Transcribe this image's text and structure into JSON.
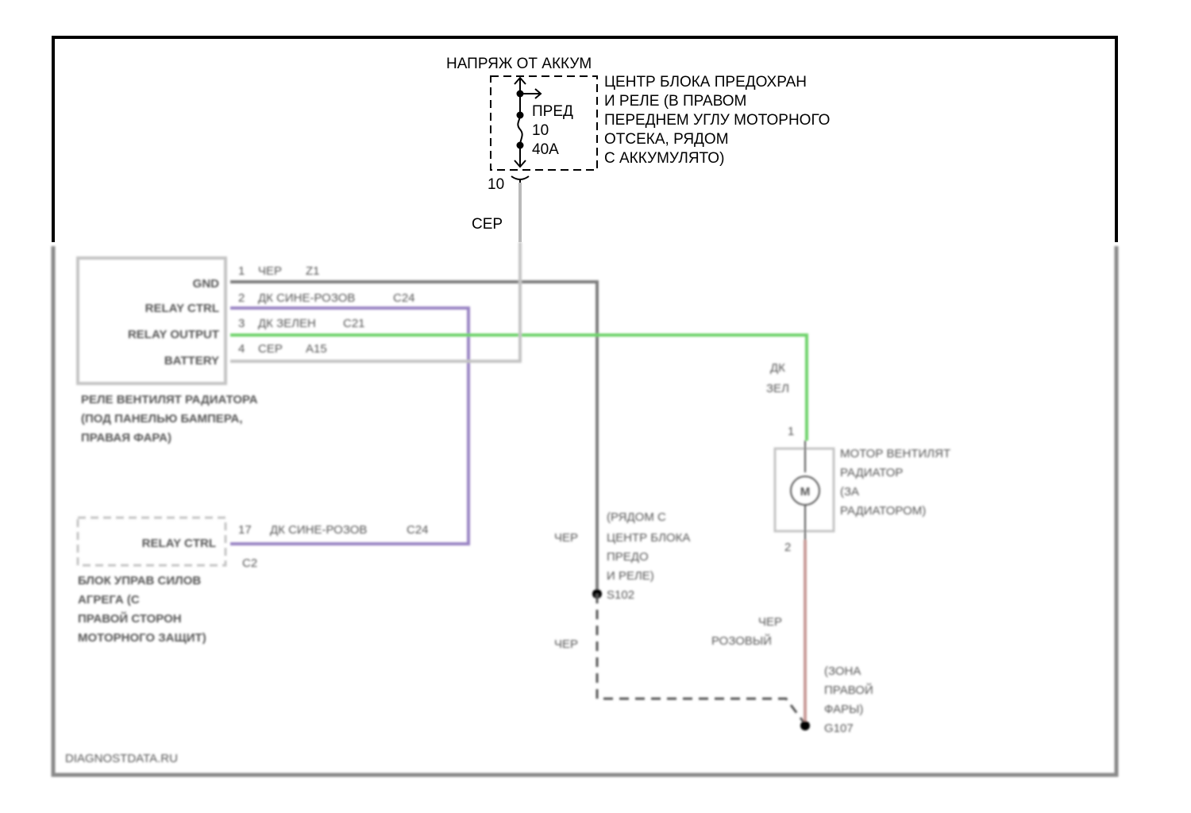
{
  "battery_label": "НАПРЯЖ ОТ АККУМ",
  "fuse_box_label_lines": [
    "ЦЕНТР БЛОКА ПРЕДОХРАН",
    "И РЕЛЕ (В ПРАВОМ",
    "ПЕРЕДНЕМ УГЛУ МОТОРНОГО",
    "ОТСЕКА, РЯДОМ",
    "С АККУМУЛЯТО)"
  ],
  "fuse": {
    "name": "ПРЕД",
    "number": "10",
    "rating": "40A"
  },
  "fuse_pin": "10",
  "feed_wire_color": "СЕР",
  "relay": {
    "pins": [
      "GND",
      "RELAY CTRL",
      "RELAY OUTPUT",
      "BATTERY"
    ],
    "pin_numbers": [
      "1",
      "2",
      "3",
      "4"
    ],
    "wires": [
      "ЧЕР",
      "ДК СИНЕ-РОЗОВ",
      "ДК ЗЕЛЕН",
      "СЕР"
    ],
    "circuits": [
      "Z1",
      "С24",
      "С21",
      "А15"
    ],
    "label_lines": [
      "РЕЛЕ ВЕНТИЛЯТ РАДИАТОРА",
      "(ПОД ПАНЕЛЬЮ БАМПЕРА,",
      "ПРАВАЯ ФАРА)"
    ]
  },
  "pcm": {
    "pin": "RELAY CTRL",
    "pin_number": "17",
    "wire": "ДК СИНЕ-РОЗОВ",
    "circuit": "С24",
    "connector": "С2",
    "label_lines": [
      "БЛОК УПРАВ СИЛОВ",
      "АГРЕГА (С",
      "ПРАВОЙ СТОРОН",
      "МОТОРНОГО ЗАЩИТ)"
    ]
  },
  "ground_branch": {
    "wire": "ЧЕР",
    "splice_label_lines": [
      "(РЯДОМ С",
      "ЦЕНТР БЛОКА",
      "ПРЕДО",
      "И РЕЛЕ)",
      "S102"
    ],
    "lower_wire": "ЧЕР"
  },
  "motor": {
    "feed_wire_lines": [
      "ДК",
      "ЗЕЛ"
    ],
    "pin_top": "1",
    "pin_bottom": "2",
    "symbol": "M",
    "label_lines": [
      "МОТОР ВЕНТИЛЯТ",
      "РАДИАТОР",
      "(ЗА",
      "РАДИАТОРОМ)"
    ],
    "ground_wire_lines": [
      "ЧЕР",
      "РОЗОВЫЙ"
    ]
  },
  "ground_point": {
    "label_lines": [
      "(ЗОНА",
      "ПРАВОЙ",
      "ФАРЫ)",
      "G107"
    ]
  },
  "watermark": "DIAGNOSTDATA.RU",
  "colors": {
    "frame": "#000000",
    "frame_lower": "#8a8a8a",
    "wire_gray": "#b9b9b9",
    "wire_black": "#7d7d7d",
    "wire_violet": "#9a84c4",
    "wire_green": "#6ed36a",
    "wire_pink": "#c89a96"
  }
}
